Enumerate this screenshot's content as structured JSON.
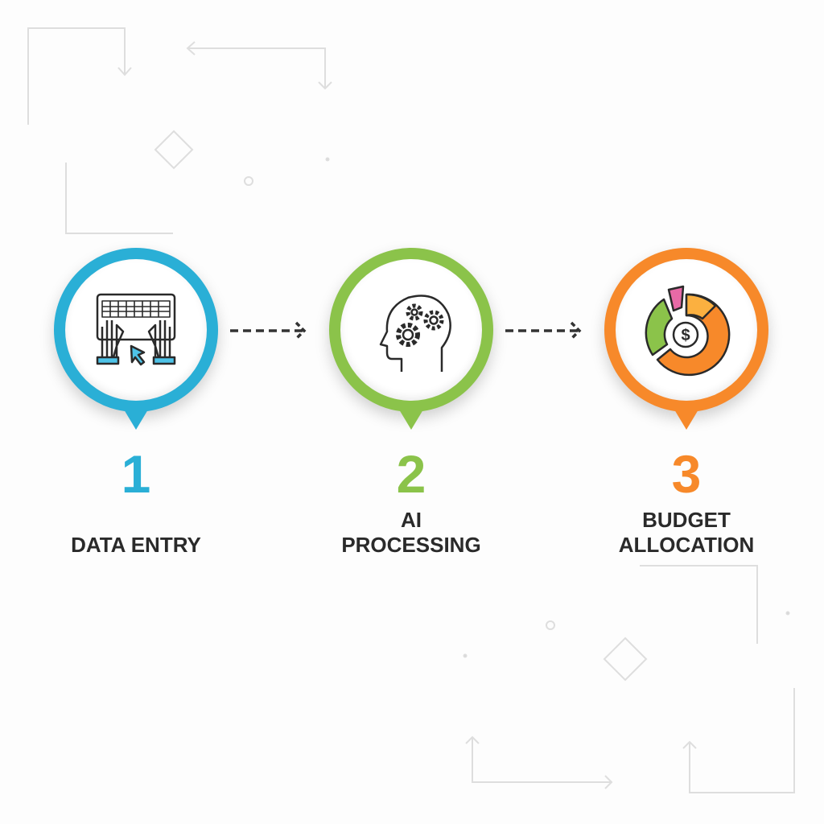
{
  "colors": {
    "blue": "#2aafd6",
    "green": "#8bc34a",
    "orange": "#f7892a",
    "text": "#2a2a2a"
  },
  "steps": [
    {
      "number": "1",
      "label": "DATA ENTRY",
      "icon": "keyboard-typing-icon"
    },
    {
      "number": "2",
      "label_line1": "AI",
      "label_line2": "PROCESSING",
      "icon": "brain-gears-icon"
    },
    {
      "number": "3",
      "label_line1": "BUDGET",
      "label_line2": "ALLOCATION",
      "icon": "budget-donut-chart-icon"
    }
  ]
}
